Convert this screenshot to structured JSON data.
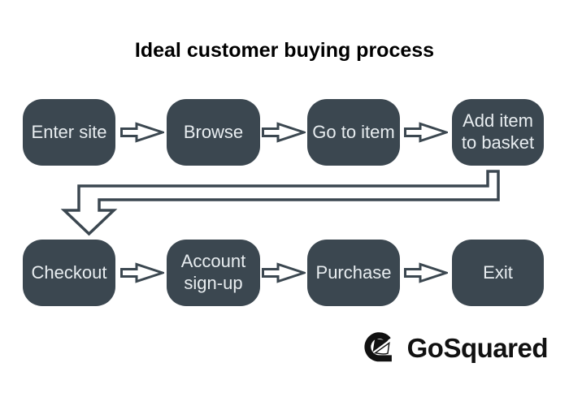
{
  "title": "Ideal customer buying process",
  "flow": {
    "row1": [
      {
        "id": "enter-site",
        "label": "Enter site"
      },
      {
        "id": "browse",
        "label": "Browse"
      },
      {
        "id": "go-to-item",
        "label": "Go to item"
      },
      {
        "id": "add-item-to-basket",
        "label": "Add item to basket"
      }
    ],
    "row2": [
      {
        "id": "checkout",
        "label": "Checkout"
      },
      {
        "id": "account-sign-up",
        "label": "Account sign-up"
      },
      {
        "id": "purchase",
        "label": "Purchase"
      },
      {
        "id": "exit",
        "label": "Exit"
      }
    ],
    "connector_icons": "right-block-arrow",
    "wrap_connector": "down-left-wrap-arrow"
  },
  "colors": {
    "box_fill": "#3b4750",
    "box_text": "#e8edf0",
    "arrow_outline": "#3b4750",
    "arrow_fill": "#ffffff",
    "background": "#ffffff",
    "logo": "#111111"
  },
  "logo": {
    "text": "GoSquared",
    "mark": "gosquared-g-icon"
  }
}
